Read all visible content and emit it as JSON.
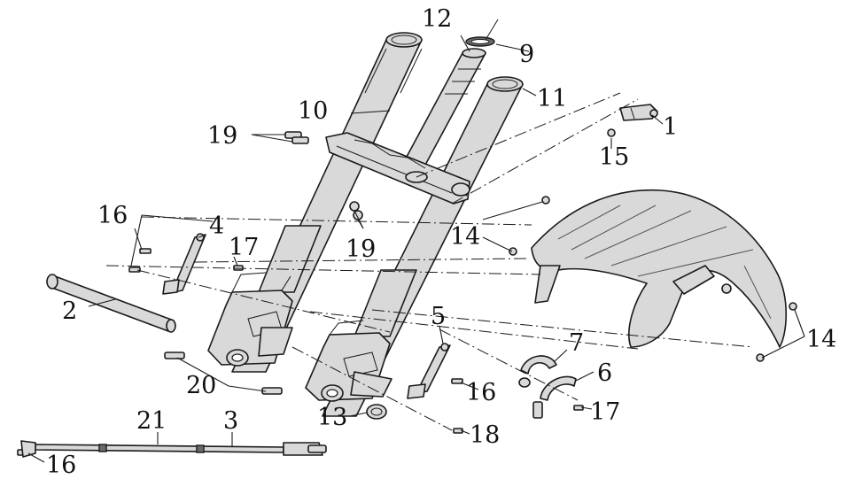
{
  "callouts": {
    "c1": "1",
    "c2": "2",
    "c3": "3",
    "c4": "4",
    "c5": "5",
    "c6": "6",
    "c7": "7",
    "c9": "9",
    "c10": "10",
    "c11": "11",
    "c12": "12",
    "c13": "13",
    "c14a": "14",
    "c14b": "14",
    "c15": "15",
    "c16a": "16",
    "c16b": "16",
    "c16c": "16",
    "c17a": "17",
    "c17b": "17",
    "c18": "18",
    "c19a": "19",
    "c19b": "19",
    "c20": "20",
    "c21": "21"
  },
  "colors": {
    "line": "#1a1a1a",
    "background": "#ffffff",
    "part_shade": "#d9d9d9"
  }
}
